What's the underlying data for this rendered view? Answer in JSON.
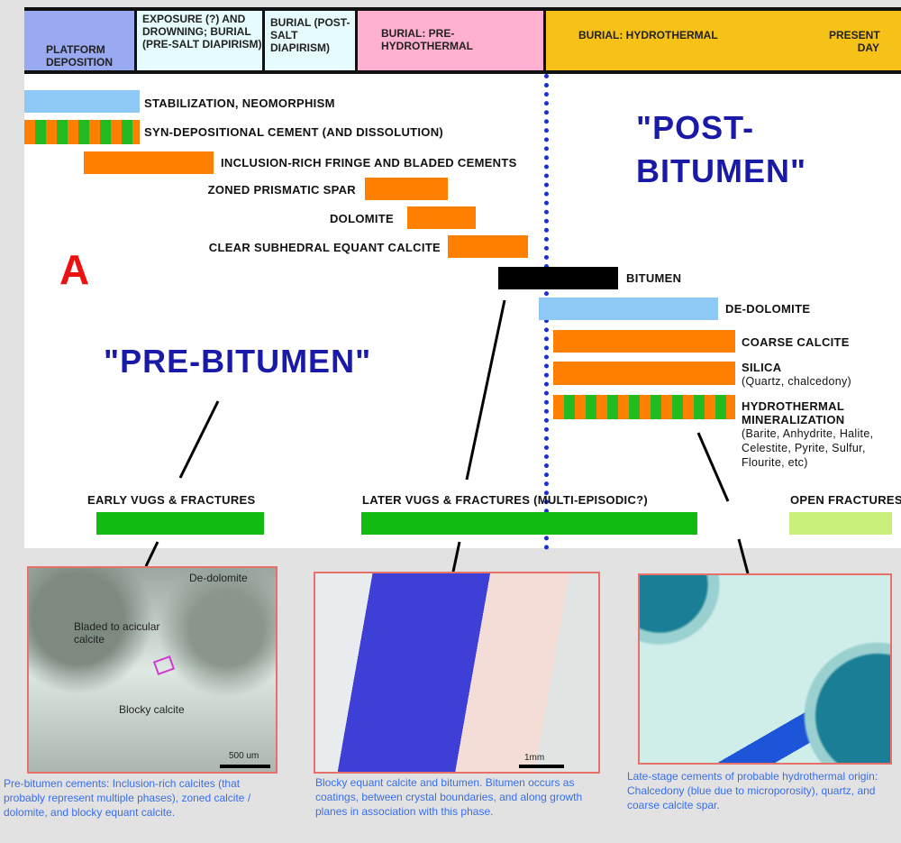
{
  "header": {
    "stages": [
      {
        "label": "PLATFORM DEPOSITION",
        "color": "#9aaaf0"
      },
      {
        "label": "EXPOSURE (?) AND DROWNING; BURIAL (PRE-SALT DIAPIRISM)",
        "color": "#e6fbfd"
      },
      {
        "label": "BURIAL (POST-SALT DIAPIRISM)",
        "color": "#e6fbfd"
      },
      {
        "label": "BURIAL: PRE-HYDROTHERMAL",
        "color": "#ffb0d0"
      },
      {
        "label": "BURIAL: HYDROTHERMAL",
        "color": "#f7c218"
      }
    ],
    "present_day": "PRESENT DAY"
  },
  "events": [
    {
      "label": "STABILIZATION, NEOMORPHISM"
    },
    {
      "label": "SYN-DEPOSITIONAL CEMENT (AND DISSOLUTION)"
    },
    {
      "label": "INCLUSION-RICH FRINGE AND BLADED CEMENTS"
    },
    {
      "label": "ZONED PRISMATIC SPAR"
    },
    {
      "label": "DOLOMITE"
    },
    {
      "label": "CLEAR SUBHEDRAL EQUANT CALCITE"
    },
    {
      "label": "BITUMEN"
    },
    {
      "label": "DE-DOLOMITE"
    },
    {
      "label": "COARSE CALCITE"
    },
    {
      "label": "SILICA",
      "sub": "(Quartz, chalcedony)"
    },
    {
      "label": "HYDROTHERMAL MINERALIZATION",
      "sub": "(Barite, Anhydrite, Halite, Celestite, Pyrite, Sulfur, Flourite, etc)"
    }
  ],
  "panel_letter": "A",
  "pre_bitumen": "\"PRE-BITUMEN\"",
  "post_bitumen_1": "\"POST-",
  "post_bitumen_2": "BITUMEN\"",
  "fractures": [
    {
      "label": "EARLY VUGS & FRACTURES"
    },
    {
      "label": "LATER VUGS & FRACTURES (MULTI-EPISODIC?)"
    },
    {
      "label": "OPEN FRACTURES"
    }
  ],
  "photos": [
    {
      "labels": [
        "De-dolomite",
        "Bladed to acicular calcite",
        "Blocky calcite"
      ],
      "scale": "500 um",
      "caption": "Pre-bitumen cements: Inclusion-rich calcites (that probably represent multiple phases), zoned calcite / dolomite, and blocky equant calcite."
    },
    {
      "scale": "1mm",
      "caption": "Blocky equant calcite and bitumen. Bitumen occurs as coatings, between crystal boundaries, and along growth planes in association with this phase."
    },
    {
      "caption": "Late-stage cements of probable hydrothermal origin: Chalcedony (blue due to microporosity), quartz, and coarse calcite spar."
    }
  ]
}
